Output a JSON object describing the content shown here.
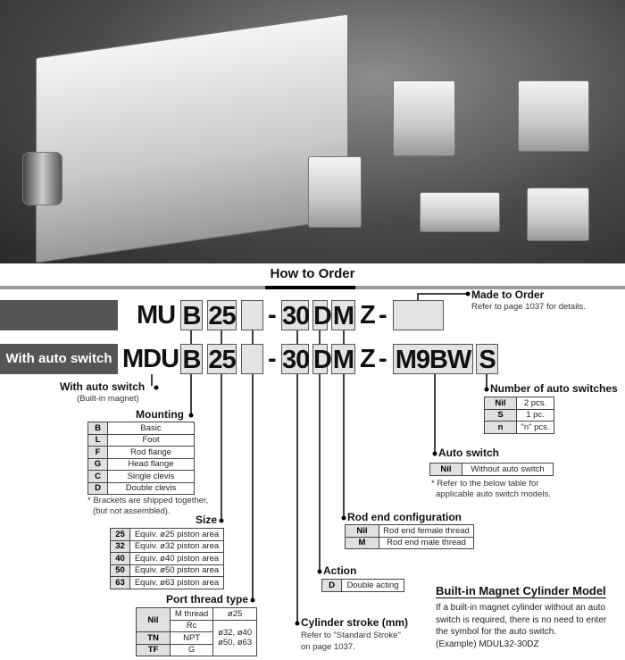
{
  "header": {
    "title": "How to Order"
  },
  "rows": {
    "standard": {
      "prefix": "MU",
      "mounting": "B",
      "size": "25",
      "port": "",
      "dash1": "-",
      "stroke": "30",
      "action": "D",
      "rod": "M",
      "z": "Z",
      "dash2": "-",
      "option": ""
    },
    "with_switch": {
      "label": "With auto switch",
      "prefix": "MDU",
      "mounting": "B",
      "size": "25",
      "port": "",
      "dash1": "-",
      "stroke": "30",
      "action": "D",
      "rod": "M",
      "z": "Z",
      "dash2": "-",
      "switch": "M9BW",
      "count": "S"
    }
  },
  "made_to_order": {
    "title": "Made to Order",
    "note": "Refer to page 1037 for details."
  },
  "with_auto_switch": {
    "title": "With auto switch",
    "note": "(Built-in magnet)"
  },
  "mounting": {
    "title": "Mounting",
    "rows": [
      [
        "B",
        "Basic"
      ],
      [
        "L",
        "Foot"
      ],
      [
        "F",
        "Rod flange"
      ],
      [
        "G",
        "Head flange"
      ],
      [
        "C",
        "Single clevis"
      ],
      [
        "D",
        "Double clevis"
      ]
    ],
    "note1": "* Brackets are shipped together,",
    "note2": "(but not assembled)."
  },
  "size": {
    "title": "Size",
    "rows": [
      [
        "25",
        "Equiv. ø25 piston area"
      ],
      [
        "32",
        "Equiv. ø32 piston area"
      ],
      [
        "40",
        "Equiv. ø40 piston area"
      ],
      [
        "50",
        "Equiv. ø50 piston area"
      ],
      [
        "63",
        "Equiv. ø63 piston area"
      ]
    ]
  },
  "port": {
    "title": "Port thread type",
    "nil": "Nil",
    "mthread": "M thread",
    "d25": "ø25",
    "rc": "Rc",
    "tn": "TN",
    "npt": "NPT",
    "tf": "TF",
    "g": "G",
    "dbig1": "ø32, ø40",
    "dbig2": "ø50, ø63"
  },
  "stroke": {
    "title": "Cylinder stroke (mm)",
    "note1": "Refer to \"Standard Stroke\"",
    "note2": "on page 1037."
  },
  "action": {
    "title": "Action",
    "rows": [
      [
        "D",
        "Double acting"
      ]
    ]
  },
  "rod_end": {
    "title": "Rod end configuration",
    "rows": [
      [
        "Nil",
        "Rod end female thread"
      ],
      [
        "M",
        "Rod end male thread"
      ]
    ]
  },
  "auto_switch": {
    "title": "Auto switch",
    "rows": [
      [
        "Nil",
        "Without auto switch"
      ]
    ],
    "note1": "* Refer to the below table for",
    "note2": "applicable auto switch models."
  },
  "switch_count": {
    "title": "Number of auto switches",
    "rows": [
      [
        "Nil",
        "2 pcs."
      ],
      [
        "S",
        "1 pc."
      ],
      [
        "n",
        "\"n\" pcs."
      ]
    ]
  },
  "magnet": {
    "title": "Built-in Magnet Cylinder Model",
    "lines": [
      "If a built-in magnet cylinder without an auto",
      "switch is required, there is no need to enter",
      "the symbol for the auto switch.",
      "(Example) MDUL32-30DZ"
    ]
  }
}
